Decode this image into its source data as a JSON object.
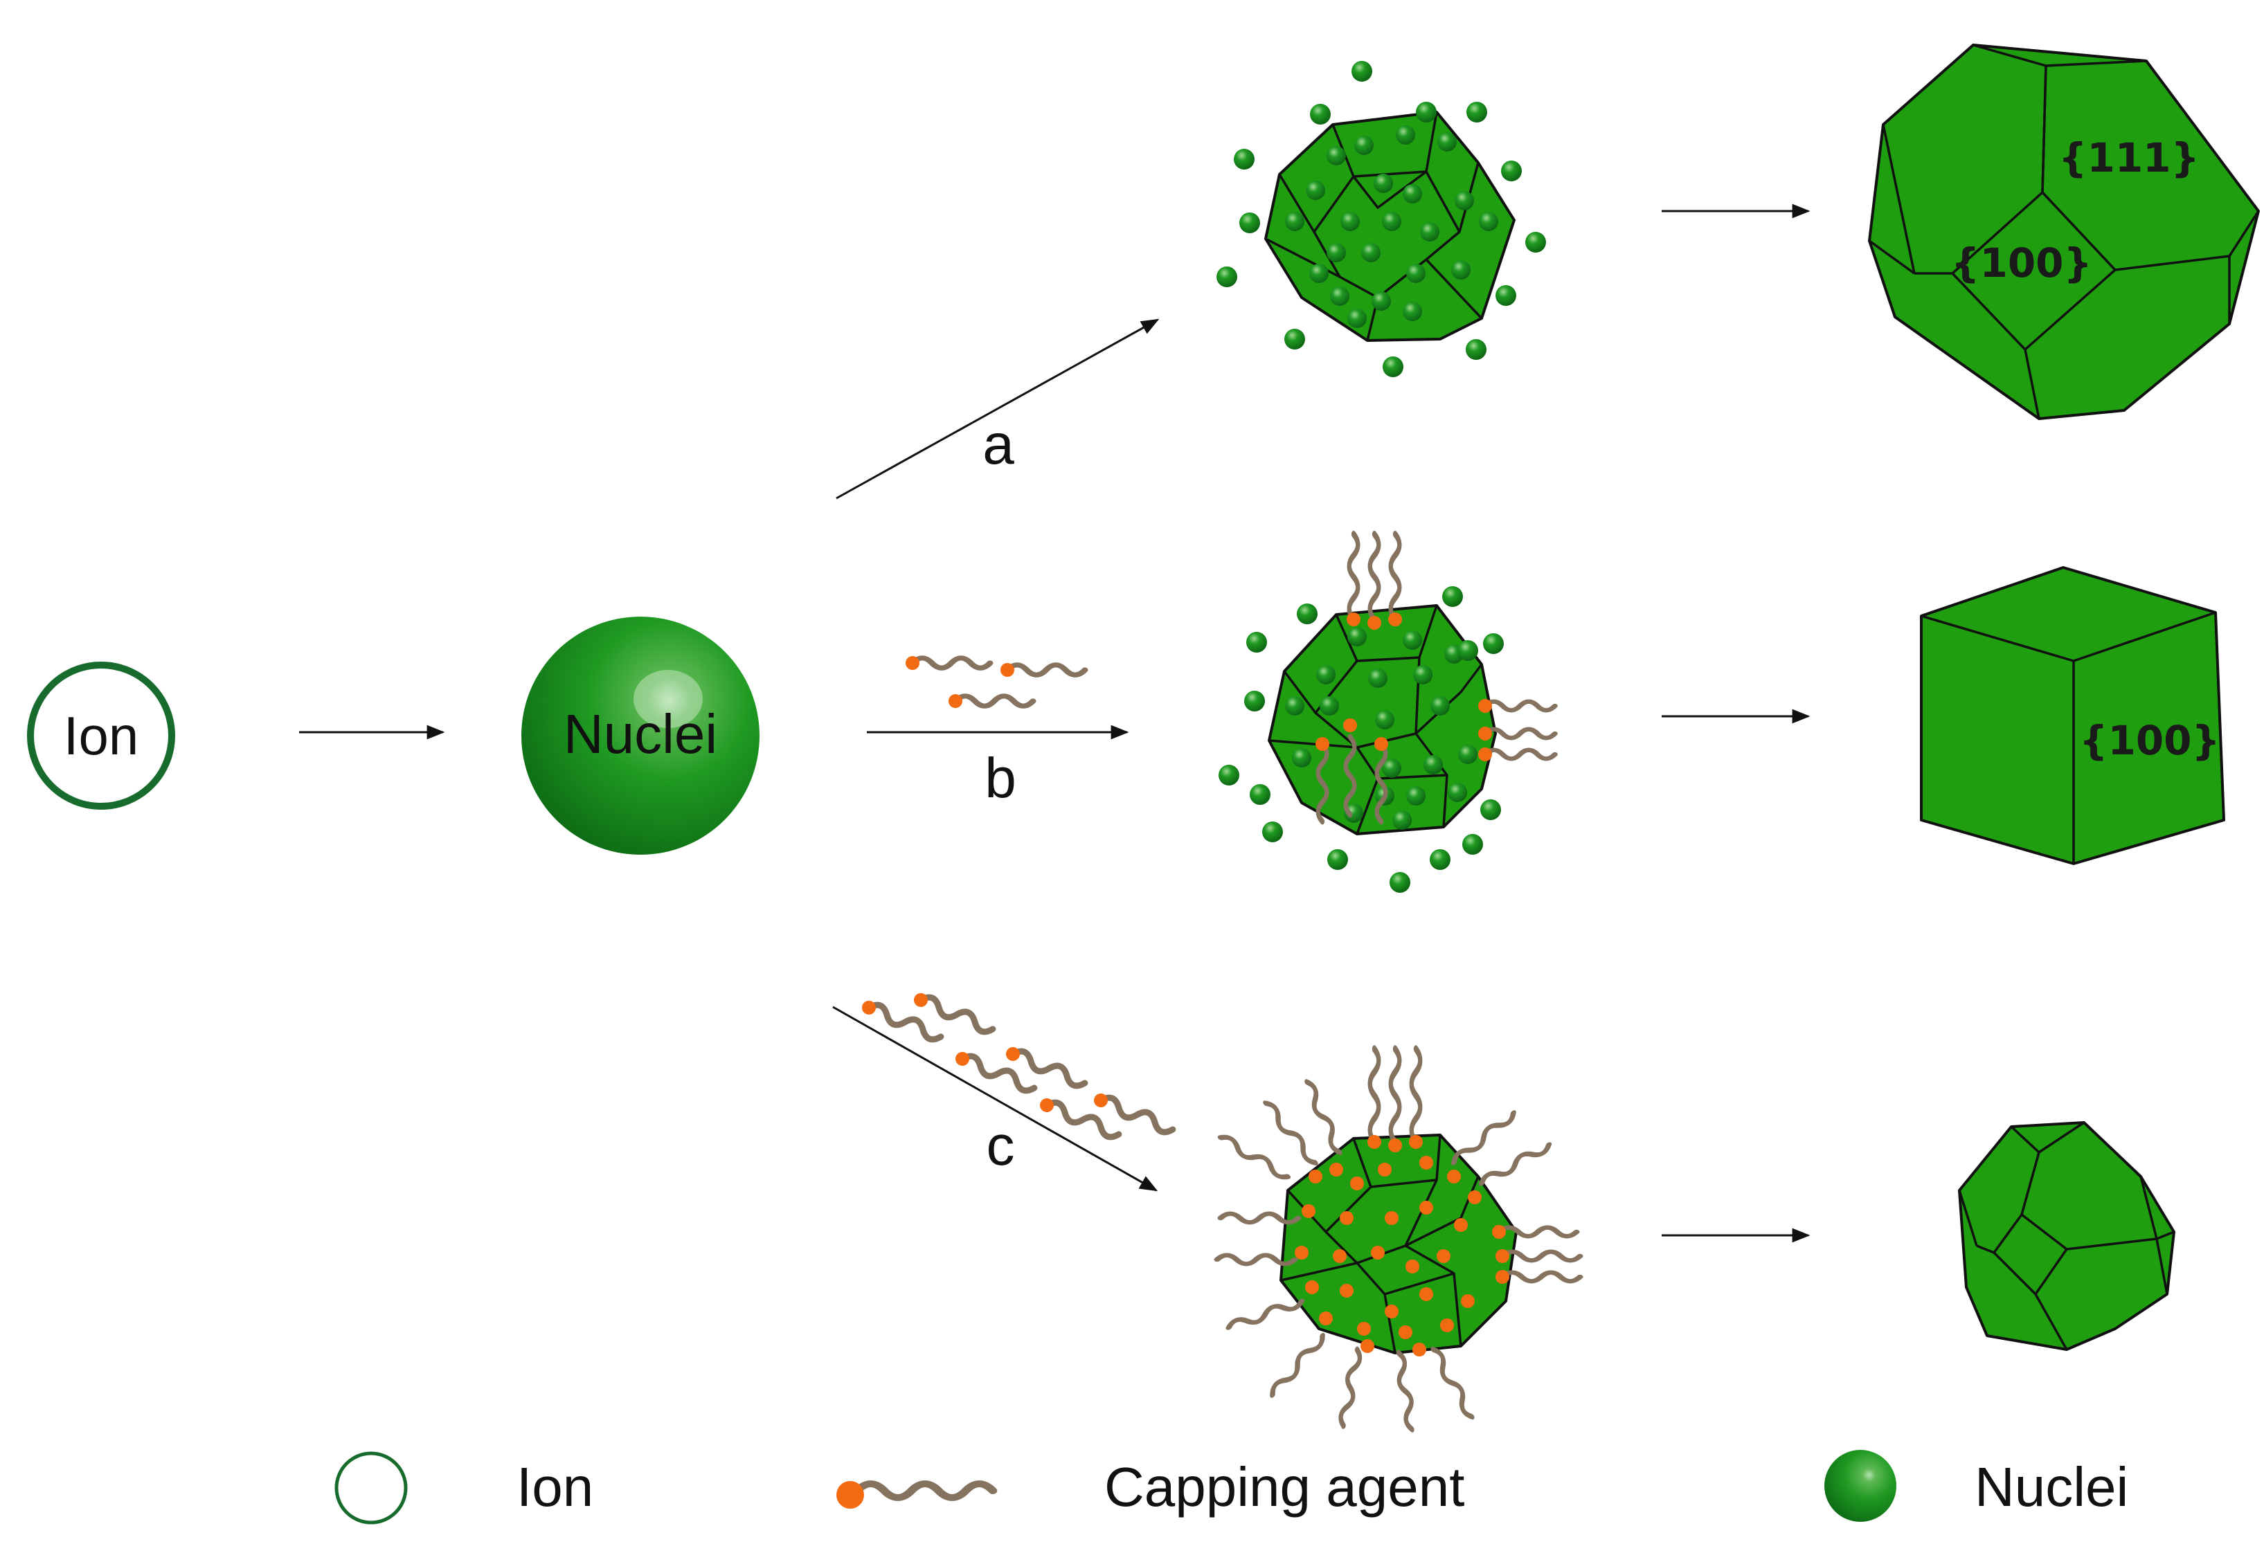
{
  "labels": {
    "ion": "Ion",
    "nuclei": "Nuclei",
    "path_a": "a",
    "path_b": "b",
    "path_c": "c"
  },
  "facets": {
    "top_111": "{111}",
    "top_100": "{100}",
    "mid_100": "{100}"
  },
  "legend": {
    "ion": "Ion",
    "capping_agent": "Capping agent",
    "nuclei": "Nuclei"
  },
  "colors": {
    "crystal_green": "#1f9e10",
    "dark_green": "#0c6b14",
    "ion_ring": "#176b2c",
    "capping_head": "#f26a12",
    "capping_tail": "#85735f"
  }
}
